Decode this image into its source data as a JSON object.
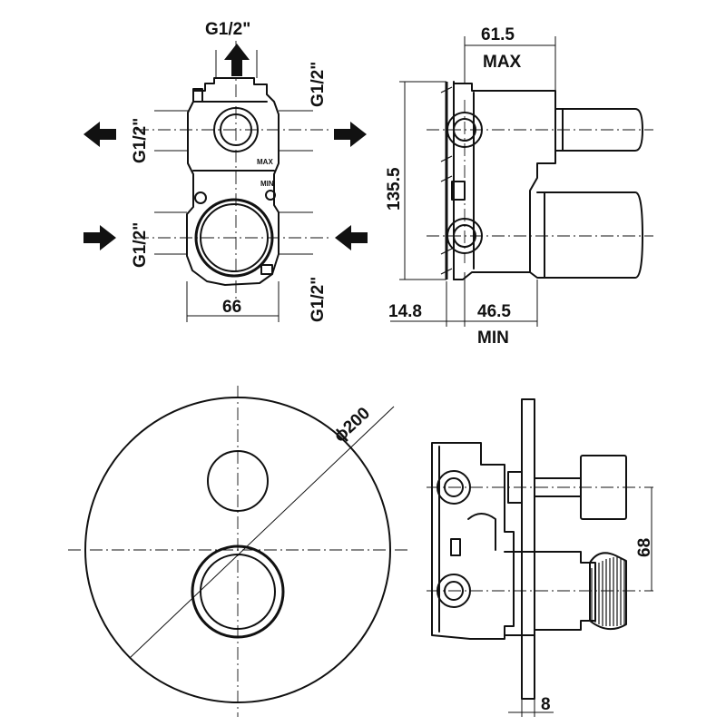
{
  "labels": {
    "thread": "G1/2\"",
    "width_66": "66",
    "max_depth": "61.5",
    "max": "MAX",
    "height": "135.5",
    "min_offset": "14.8",
    "min_depth": "46.5",
    "min": "MIN",
    "plate_diameter": "ϕ200",
    "spacing": "68",
    "plate_thickness": "8",
    "body_max": "MAX",
    "body_min": "MIN"
  },
  "icons": {
    "arrow_up": "arrow-up-icon",
    "arrow_left": "arrow-left-icon",
    "arrow_right": "arrow-right-icon"
  }
}
